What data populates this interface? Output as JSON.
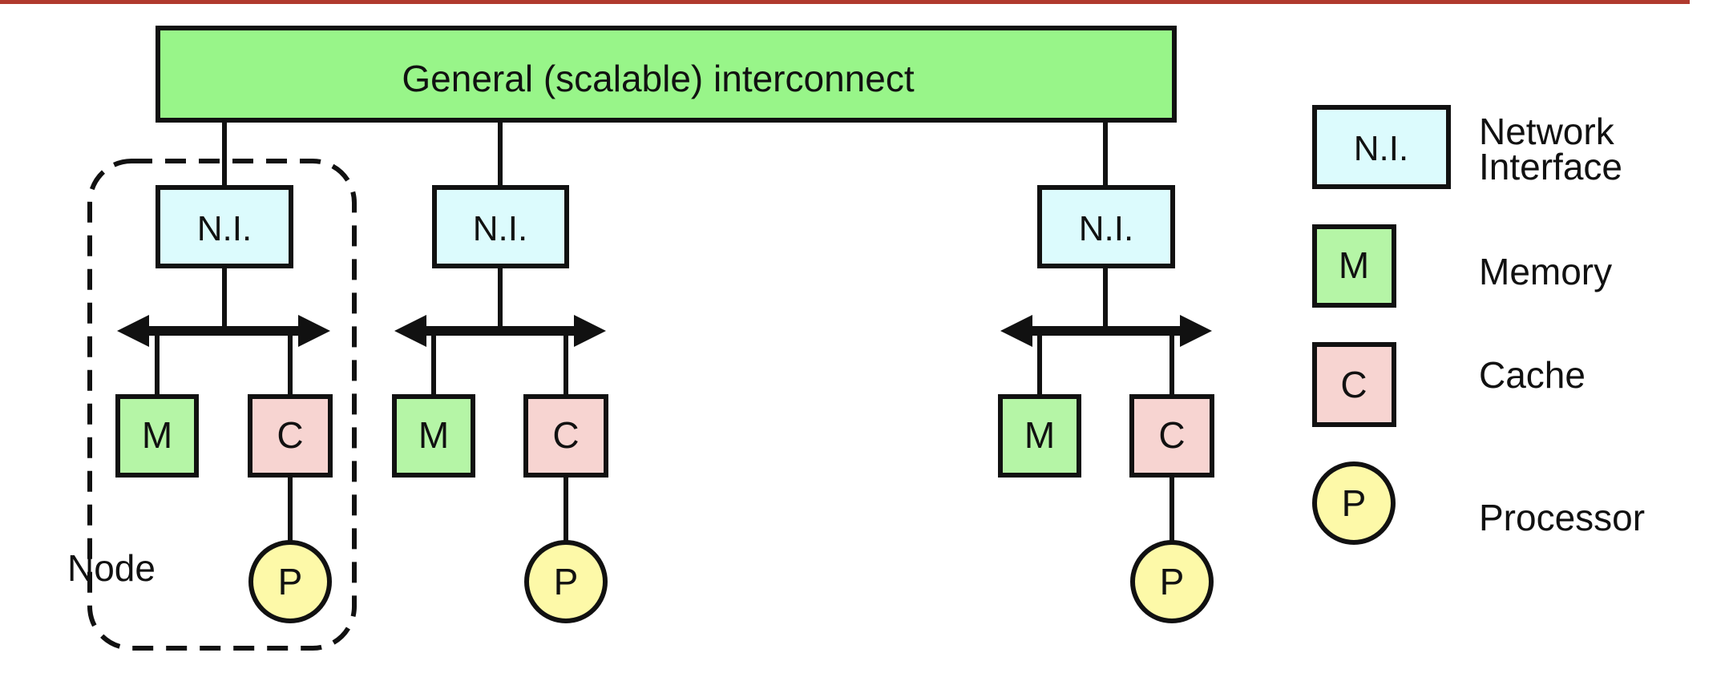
{
  "interconnect": {
    "label": "General (scalable) interconnect"
  },
  "node": {
    "label": "Node",
    "ni_label": "N.I.",
    "memory_label": "M",
    "cache_label": "C",
    "processor_label": "P"
  },
  "legend": {
    "items": [
      {
        "symbol": "N.I.",
        "line1": "Network",
        "line2": "Interface"
      },
      {
        "symbol": "M",
        "text": "Memory"
      },
      {
        "symbol": "C",
        "text": "Cache"
      },
      {
        "symbol": "P",
        "text": "Processor"
      }
    ]
  },
  "colors": {
    "top_rule": "#b03a2e",
    "interconnect": "#98f589",
    "ni": "#dcfbfd",
    "memory": "#b5f5a6",
    "cache": "#f7d4d1",
    "processor": "#fdf9a8",
    "stroke": "#111111"
  }
}
